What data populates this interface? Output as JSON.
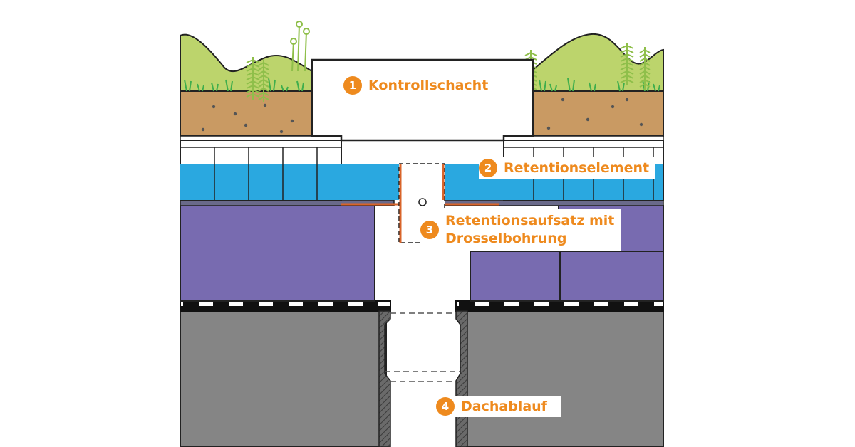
{
  "colors": {
    "accent": "#ee8a1e",
    "grass": "#bcd46c",
    "grass_blades": "#3fae4c",
    "fern": "#8fbf4a",
    "soil": "#c99a63",
    "water": "#2aa8e0",
    "insulation": "#786bb0",
    "concrete": "#858585",
    "drain_wall": "#6a6a6a",
    "outline": "#222222",
    "seal_orange": "#d9642a"
  },
  "callouts": [
    {
      "number": "1",
      "label": "Kontrollschacht"
    },
    {
      "number": "2",
      "label": "Retentionselement"
    },
    {
      "number": "3",
      "label": "Retentionsaufsatz mit\nDrosselbohrung"
    },
    {
      "number": "4",
      "label": "Dachablauf"
    }
  ]
}
